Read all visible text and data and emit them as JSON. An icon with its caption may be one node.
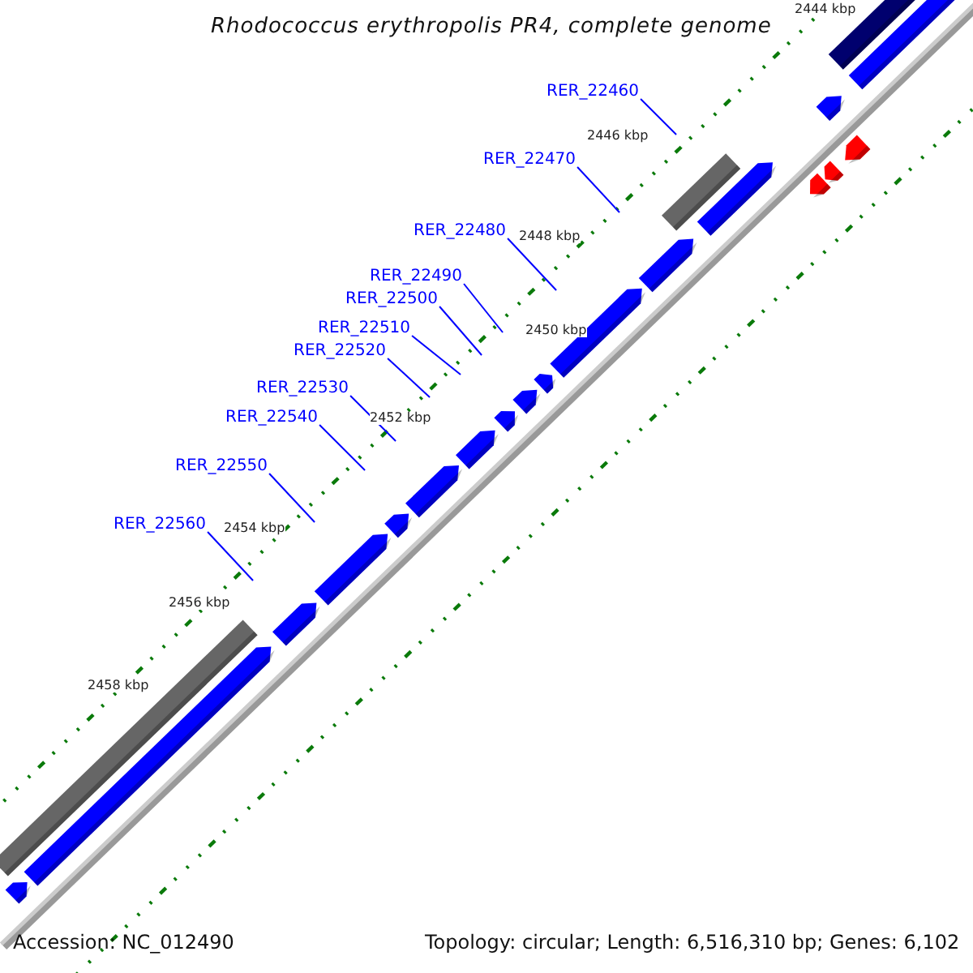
{
  "diagram": {
    "title": "Rhodococcus erythropolis PR4, complete genome",
    "nodes": [
      {
        "text": [
          "RER_22460"
        ]
      },
      {
        "text": [
          "RER_22470"
        ]
      },
      {
        "text": [
          "RER_22480"
        ]
      },
      {
        "text": [
          "RER_22490"
        ]
      },
      {
        "text": [
          "RER_22500"
        ]
      },
      {
        "text": [
          "RER_22510"
        ]
      },
      {
        "text": [
          "RER_22520"
        ]
      },
      {
        "text": [
          "RER_22530"
        ]
      },
      {
        "text": [
          "RER_22540"
        ]
      },
      {
        "text": [
          "RER_22550"
        ]
      },
      {
        "text": [
          "RER_22560"
        ]
      }
    ],
    "edges": [
      {
        "from": 0,
        "to": null,
        "arrow": "none"
      },
      {
        "from": 1,
        "to": null,
        "arrow": "none"
      },
      {
        "from": 2,
        "to": null,
        "arrow": "none"
      },
      {
        "from": 3,
        "to": null,
        "arrow": "none"
      },
      {
        "from": 4,
        "to": null,
        "arrow": "none"
      },
      {
        "from": 5,
        "to": null,
        "arrow": "none"
      },
      {
        "from": 6,
        "to": null,
        "arrow": "none"
      },
      {
        "from": 7,
        "to": null,
        "arrow": "none"
      },
      {
        "from": 8,
        "to": null,
        "arrow": "none"
      },
      {
        "from": 9,
        "to": null,
        "arrow": "none"
      },
      {
        "from": 10,
        "to": null,
        "arrow": "none"
      }
    ],
    "labels": [
      "2444 kbp",
      "2446 kbp",
      "2448 kbp",
      "2450 kbp",
      "2452 kbp",
      "2454 kbp",
      "2456 kbp",
      "2458 kbp",
      "Accession: NC_012490",
      "Topology: circular; Length: 6,516,310 bp; Genes: 6,102"
    ]
  }
}
